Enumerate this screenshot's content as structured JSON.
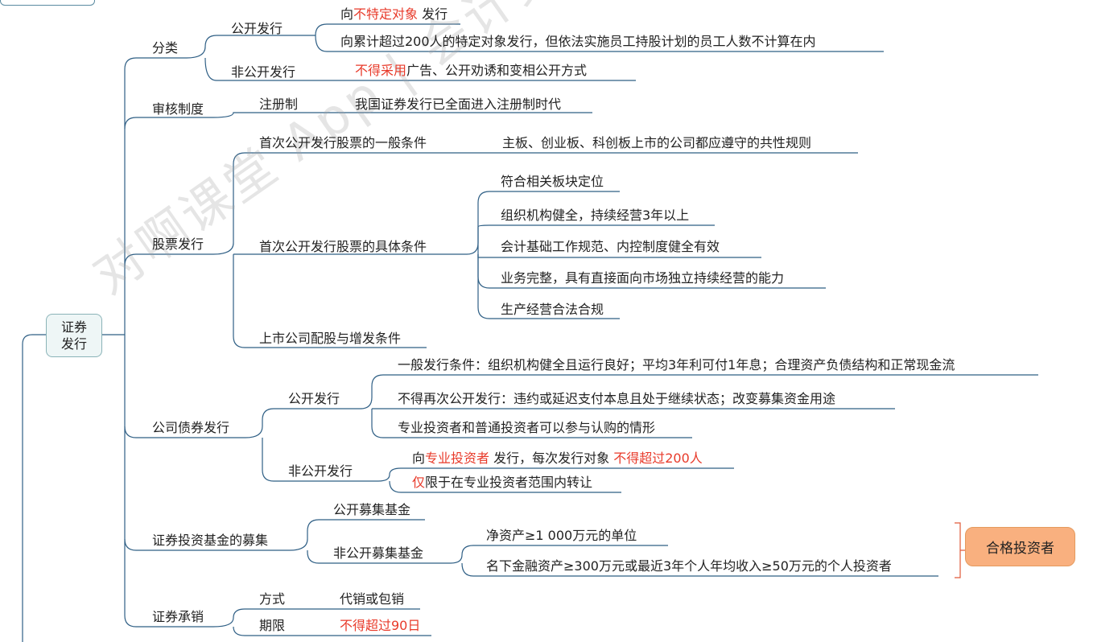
{
  "root": {
    "line1": "证券",
    "line2": "发行"
  },
  "branches": {
    "classification": {
      "label": "分类",
      "public": {
        "label": "公开发行",
        "item1": {
          "pre": "向",
          "red": "不特定对象",
          "post": "发行"
        },
        "item2": "向累计超过200人的特定对象发行，但依法实施员工持股计划的员工人数不计算在内"
      },
      "nonpublic": {
        "label": "非公开发行",
        "item1": {
          "red": "不得采用",
          "post": "广告、公开劝诱和变相公开方式"
        }
      }
    },
    "review": {
      "label": "审核制度",
      "sub": "注册制",
      "detail": "我国证券发行已全面进入注册制时代"
    },
    "stock": {
      "label": "股票发行",
      "general": {
        "label": "首次公开发行股票的一般条件",
        "detail": "主板、创业板、科创板上市的公司都应遵守的共性规则"
      },
      "specific": {
        "label": "首次公开发行股票的具体条件",
        "items": [
          "符合相关板块定位",
          "组织机构健全，持续经营3年以上",
          "会计基础工作规范、内控制度健全有效",
          "业务完整，具有直接面向市场独立持续经营的能力",
          "生产经营合法合规"
        ]
      },
      "listed": {
        "label": "上市公司配股与增发条件"
      }
    },
    "bond": {
      "label": "公司债券发行",
      "public": {
        "label": "公开发行",
        "items": [
          "一般发行条件：组织机构健全且运行良好；平均3年利可付1年息；合理资产负债结构和正常现金流",
          "不得再次公开发行：违约或延迟支付本息且处于继续状态；改变募集资金用途",
          "专业投资者和普通投资者可以参与认购的情形"
        ]
      },
      "nonpublic": {
        "label": "非公开发行",
        "item1": {
          "pre": "向",
          "red1": "专业投资者",
          "mid": "发行，每次发行对象",
          "red2": "不得超过200人"
        },
        "item2": {
          "red": "仅",
          "post": "限于在专业投资者范围内转让"
        }
      }
    },
    "fund": {
      "label": "证券投资基金的募集",
      "public": {
        "label": "公开募集基金"
      },
      "nonpublic": {
        "label": "非公开募集基金",
        "items": [
          "净资产≥1 000万元的单位",
          "名下金融资产≥300万元或最近3年个人年均收入≥50万元的个人投资者"
        ],
        "tag": "合格投资者"
      }
    },
    "underwriting": {
      "label": "证券承销",
      "method": {
        "label": "方式",
        "detail": "代销或包销"
      },
      "period": {
        "label": "期限",
        "detail": "不得超过90日"
      }
    }
  },
  "watermark": "对啊课堂 App | 会计免费视频题库",
  "colors": {
    "line": "#2f5f85",
    "red": "#e83a2a",
    "tag_fill": "#f9b07f",
    "tag_border": "#e49a5e",
    "bracket": "#e05a3a"
  }
}
